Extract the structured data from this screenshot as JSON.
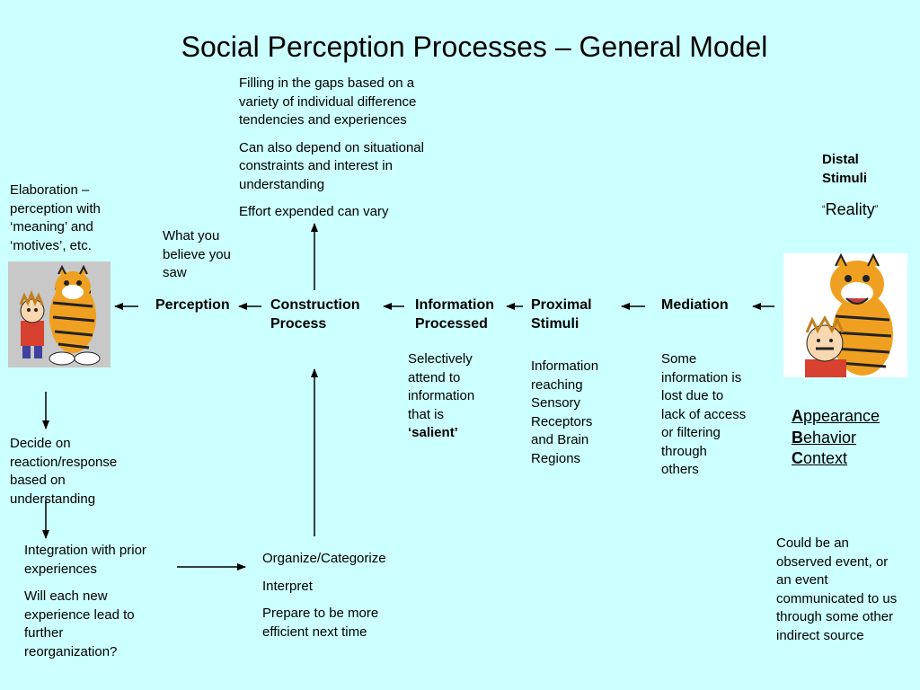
{
  "title": "Social Perception Processes – General Model",
  "top_notes": [
    "Filling in the gaps based on a variety of individual difference tendencies and experiences",
    "Can also depend on situational constraints and interest in understanding",
    "Effort expended can vary"
  ],
  "elaboration": "Elaboration – perception with ‘meaning’ and ‘motives’, etc.",
  "what_you_believe": "What you believe you saw",
  "nodes": {
    "perception": "Perception",
    "construction": "Construction Process",
    "information": "Information Processed",
    "proximal": "Proximal Stimuli",
    "mediation": "Mediation",
    "distal": "Distal Stimuli"
  },
  "reality": "Reality",
  "reality_quote_open": "“",
  "reality_quote_close": "”",
  "selective_text": "Selectively attend to information that is",
  "salient": "‘salient’",
  "proximal_desc": "Information reaching Sensory Receptors and Brain Regions",
  "mediation_desc": "Some information is lost due to lack of access or filtering through others",
  "abc": [
    {
      "initial": "A",
      "rest": "ppearance"
    },
    {
      "initial": "B",
      "rest": "ehavior"
    },
    {
      "initial": "C",
      "rest": "ontext"
    }
  ],
  "decide": "Decide on reaction/response based on understanding",
  "integration": [
    "Integration with prior experiences",
    "Will each new experience lead to further reorganization?"
  ],
  "organize": [
    "Organize/Categorize",
    "Interpret",
    "Prepare to be more efficient next time"
  ],
  "event": "Could be an observed event, or an event communicated to us through some other indirect source",
  "colors": {
    "background": "#ccffff",
    "text": "#000000"
  },
  "images": [
    "calvin-and-hobbes-illustration-left",
    "calvin-and-hobbes-illustration-right"
  ]
}
